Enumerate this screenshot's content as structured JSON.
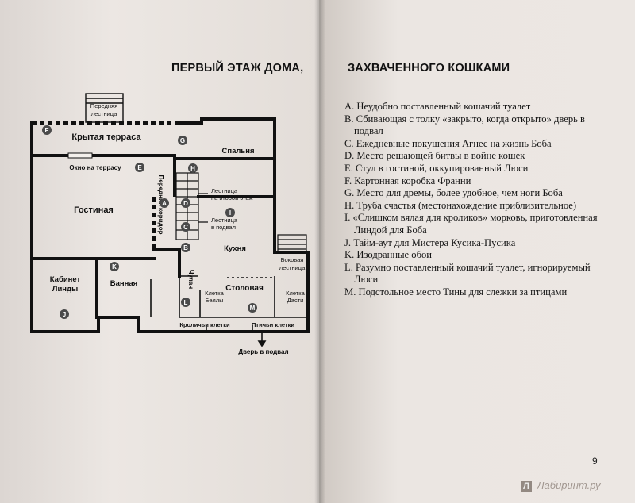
{
  "left_page": {
    "heading": "ПЕРВЫЙ ЭТАЖ ДОМА,",
    "plan": {
      "rooms": {
        "front_stairs": [
          "Передняя",
          "лестница"
        ],
        "covered_terrace": "Крытая терраса",
        "bedroom": "Спальня",
        "terrace_window": "Окно на террасу",
        "front_corridor": "Передний коридор",
        "living_room": "Гостиная",
        "stairs_up": [
          "Лестница",
          "на второй этаж"
        ],
        "stairs_down": [
          "Лестница",
          "в подвал"
        ],
        "kitchen": "Кухня",
        "side_stairs": [
          "Боковая",
          "лестница"
        ],
        "lindas_study": [
          "Кабинет",
          "Линды"
        ],
        "bathroom": "Ванная",
        "closet": "Чулан",
        "dining_room": "Столовая",
        "bellas_cage": [
          "Клетка",
          "Беллы"
        ],
        "dustys_cage": [
          "Клетка",
          "Дасти"
        ],
        "rabbit_cages": "Кроличьи клетки",
        "bird_cages": "Птичьи клетки",
        "basement_door": "Дверь в подвал"
      },
      "markers": [
        "A",
        "B",
        "C",
        "D",
        "E",
        "F",
        "G",
        "H",
        "I",
        "J",
        "K",
        "L",
        "M"
      ]
    }
  },
  "right_page": {
    "heading": "ЗАХВАЧЕННОГО КОШКАМИ",
    "legend": [
      "A. Неудобно поставленный кошачий туалет",
      "B. Сбивающая с толку «закрыто, когда открыто» дверь в подвал",
      "C. Ежедневные покушения Агнес на жизнь Боба",
      "D. Место решающей битвы в войне кошек",
      "E. Стул в гостиной, оккупированный Люси",
      "F. Картонная коробка Франни",
      "G. Место для дремы, более удобное, чем ноги Боба",
      "H. Труба счастья (местонахождение приблизительное)",
      "I. «Слишком вялая для кроликов» морковь, приготовленная Линдой для Боба",
      "J. Тайм-аут для Мистера Кусика-Пусика",
      "K. Изодранные обои",
      "L. Разумно поставленный кошачий туалет, игнорируемый Люси",
      "M. Подстольное место Тины для слежки за птицами"
    ],
    "page_number": "9"
  },
  "watermark": {
    "logo_letter": "Л",
    "text": "Лабиринт.ру"
  },
  "colors": {
    "ink": "#111111",
    "marker_fill": "#4a4a4a",
    "paper": "#ece7e3"
  }
}
